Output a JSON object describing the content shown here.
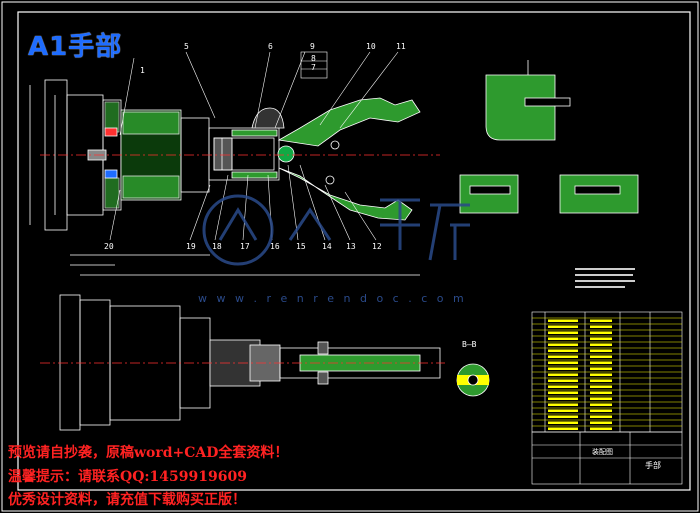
{
  "drawing": {
    "title": "A1手部",
    "watermark_url": "w w w . r e n r e n d o c . c o m",
    "watermark_brand": "人人文库",
    "section_label": "B—B"
  },
  "part_numbers": [
    "1",
    "5",
    "6",
    "9",
    "8",
    "7",
    "10",
    "11",
    "12",
    "13",
    "14",
    "15",
    "16",
    "17",
    "18",
    "19",
    "20"
  ],
  "title_block": {
    "drawing_name": "手部",
    "label_scale": "装配图"
  },
  "promo": {
    "line1": "预览请自抄袭，原稿word+CAD全套资料！",
    "line2": "温馨提示：请联系QQ:1459919609",
    "line3": "优秀设计资料，请充值下载购买正版！"
  },
  "colors": {
    "background": "#000000",
    "lines": "#ffffff",
    "hatch": "#2e9a2e",
    "red": "#ff3030",
    "yellow": "#ffff00",
    "blue": "#1e6cff"
  }
}
